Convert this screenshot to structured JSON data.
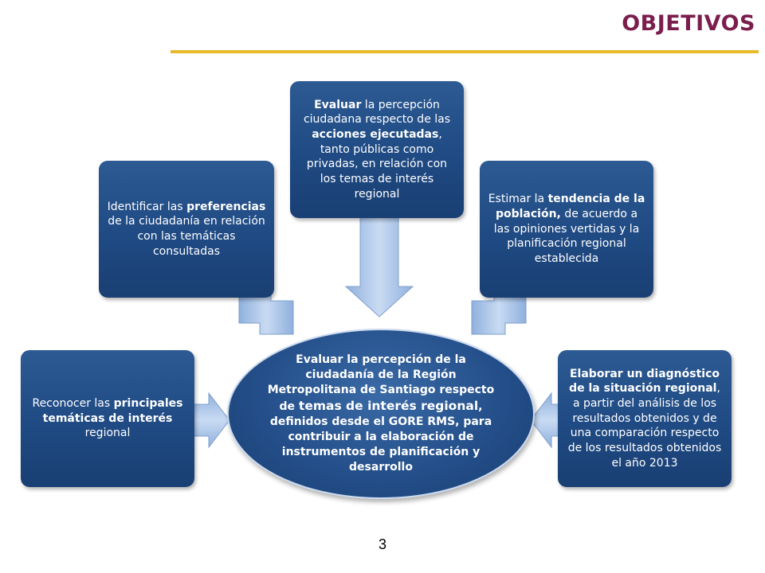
{
  "header": {
    "title": "OBJETIVOS"
  },
  "colors": {
    "title": "#7b1e4e",
    "rule": "#e8b92a",
    "box": "#1f4a83",
    "arrow": "#a9c4ea"
  },
  "center": {
    "p1": "Evaluar la percepción de la ciudadanía de la Región Metropolitana de Santiago respecto de ",
    "p2": "temas de interés regional",
    "p3": ", definidos desde el GORE RMS, para contribuir a la elaboración de instrumentos de planificación y desarrollo"
  },
  "objectives": {
    "left": {
      "t1": "Reconocer las ",
      "b1": "principales temáticas de interés",
      "t2": " regional"
    },
    "upper_left": {
      "t1": "Identificar las ",
      "b1": "preferencias",
      "t2": " de la ciudadanía en relación con las temáticas consultadas"
    },
    "top": {
      "b1": "Evaluar",
      "t1": " la percepción ciudadana respecto de las ",
      "b2": "acciones ejecutadas",
      "t2": ", tanto públicas como privadas, en relación con los temas de interés regional"
    },
    "upper_right": {
      "t1": "Estimar la ",
      "b1": "tendencia de la población,",
      "t2": " de acuerdo a las opiniones vertidas y la planificación regional establecida"
    },
    "right": {
      "b1": "Elaborar un diagnóstico de la situación regional",
      "t1": ", a partir del análisis de los resultados obtenidos y de una comparación respecto de los resultados obtenidos el año 2013"
    }
  },
  "page_number": "3"
}
